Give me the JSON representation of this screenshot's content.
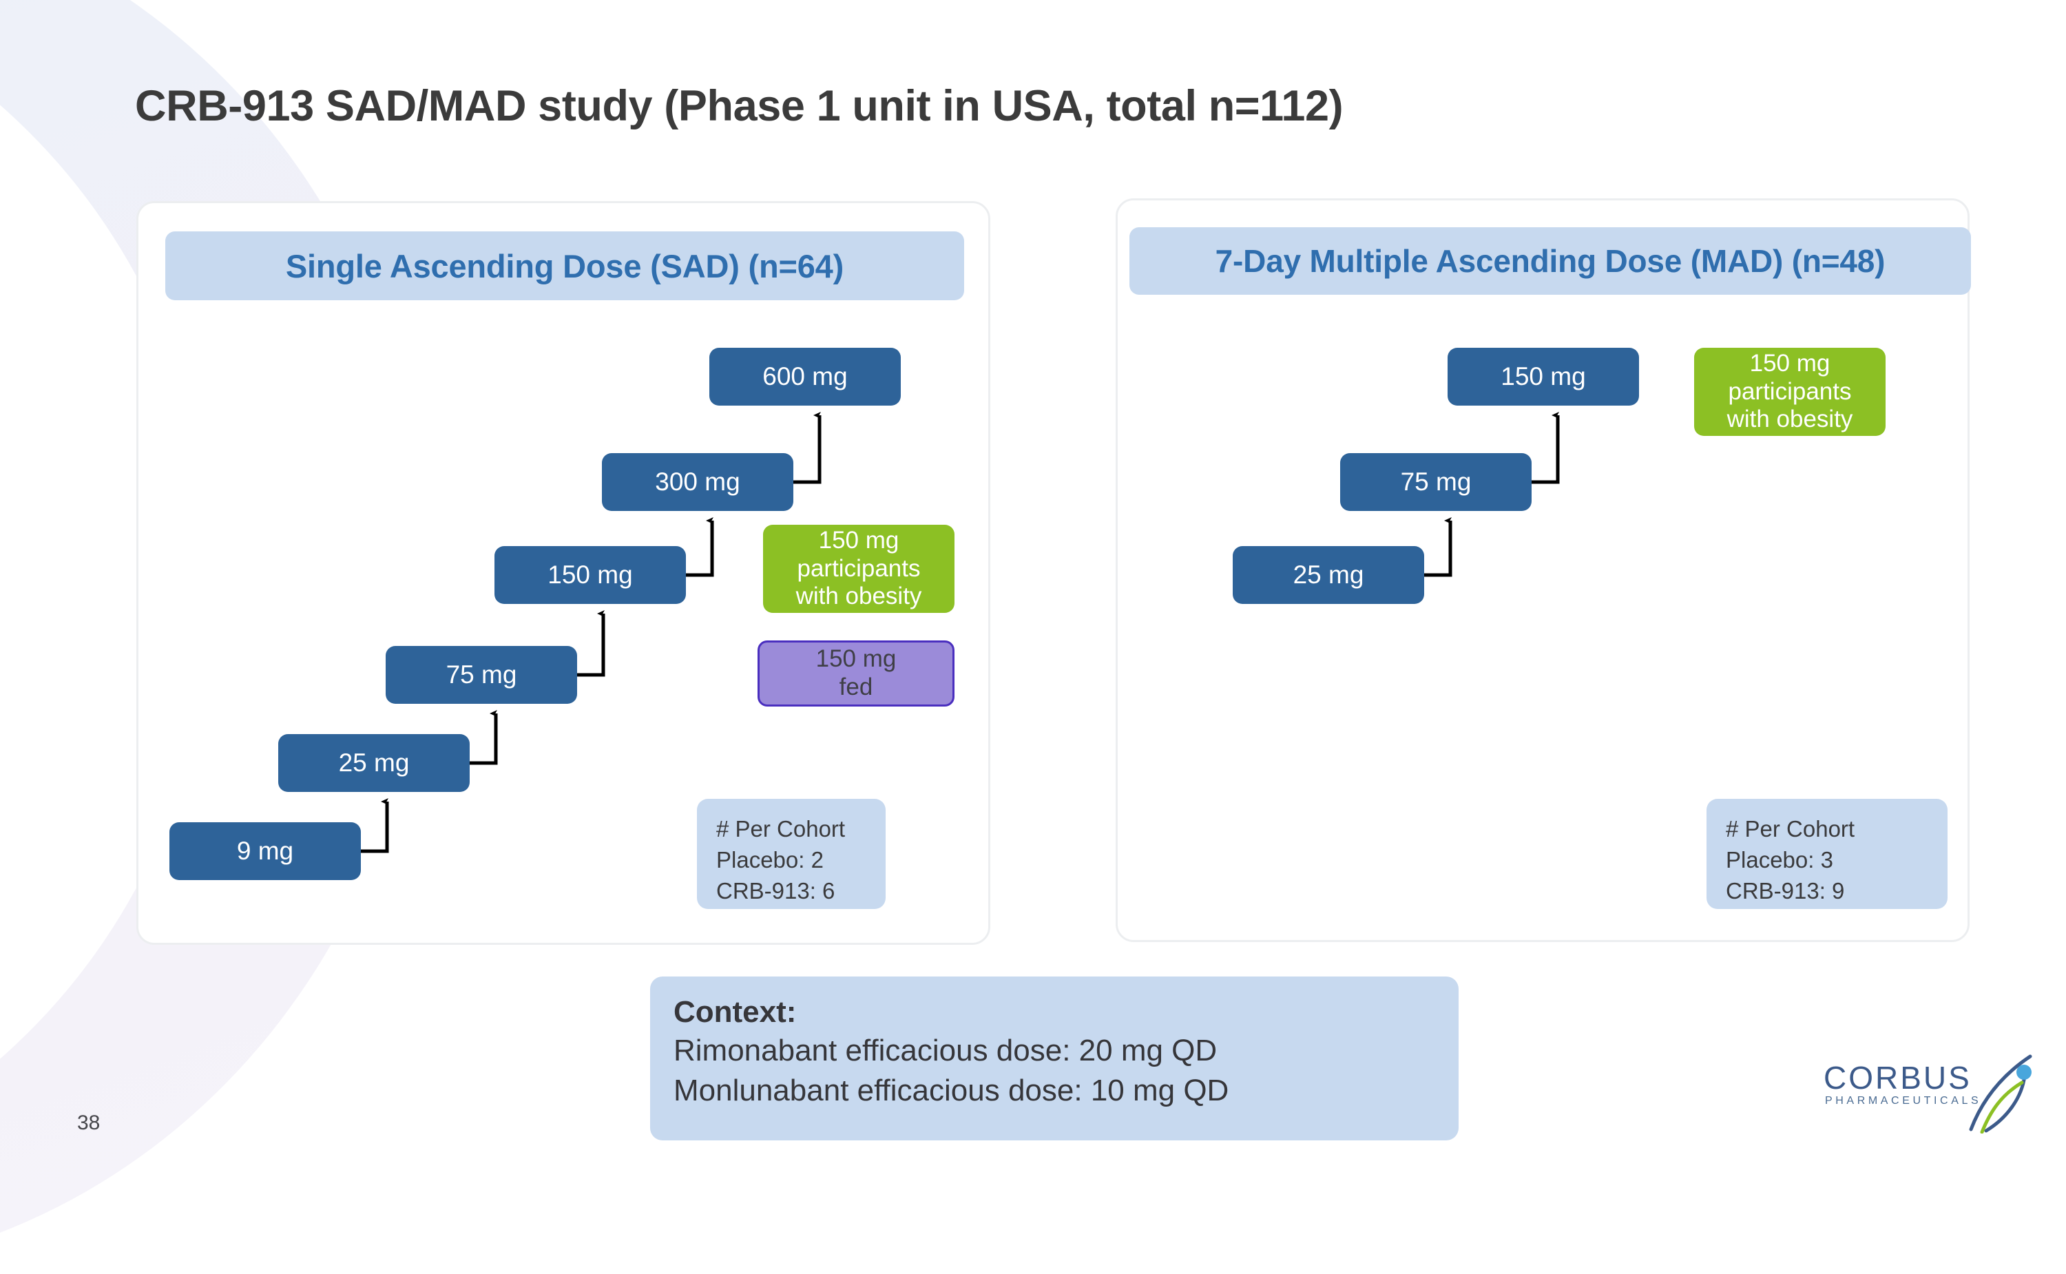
{
  "slide": {
    "title": "CRB-913 SAD/MAD study (Phase 1 unit in USA, total n=112)",
    "page_number": "38"
  },
  "colors": {
    "dose_box": "#2E6399",
    "panel_header_bg": "#C7D9EF",
    "panel_header_text": "#2F6EAE",
    "obesity_green": "#8CC024",
    "fed_purple_fill": "#9B8BD9",
    "fed_purple_border": "#4A2FBF",
    "cohort_box_bg": "#C7D9EF",
    "context_box_bg": "#C7D9EF",
    "arrow": "#000000",
    "title_text": "#3B3B3B"
  },
  "panels": [
    {
      "id": "sad",
      "header": "Single Ascending Dose (SAD) (n=64)",
      "doses": [
        "9 mg",
        "25 mg",
        "75 mg",
        "150 mg",
        "300 mg",
        "600 mg"
      ],
      "obesity_note": {
        "line1": "150 mg",
        "line2": "participants",
        "line3": "with obesity"
      },
      "fed_note": {
        "line1": "150 mg",
        "line2": "fed"
      },
      "cohort": {
        "heading": "# Per Cohort",
        "placebo": "Placebo:  2",
        "drug": "CRB-913: 6"
      }
    },
    {
      "id": "mad",
      "header": "7-Day Multiple Ascending Dose (MAD) (n=48)",
      "doses": [
        "25 mg",
        "75 mg",
        "150 mg"
      ],
      "obesity_note": {
        "line1": "150 mg",
        "line2": "participants",
        "line3": "with obesity"
      },
      "cohort": {
        "heading": "# Per Cohort",
        "placebo": "Placebo:  3",
        "drug": "CRB-913: 9"
      }
    }
  ],
  "context": {
    "heading": "Context:",
    "line1": "Rimonabant efficacious dose: 20 mg QD",
    "line2": "Monlunabant efficacious dose: 10 mg QD"
  },
  "logo": {
    "wordmark": "CORBUS",
    "subword": "PHARMACEUTICALS"
  }
}
